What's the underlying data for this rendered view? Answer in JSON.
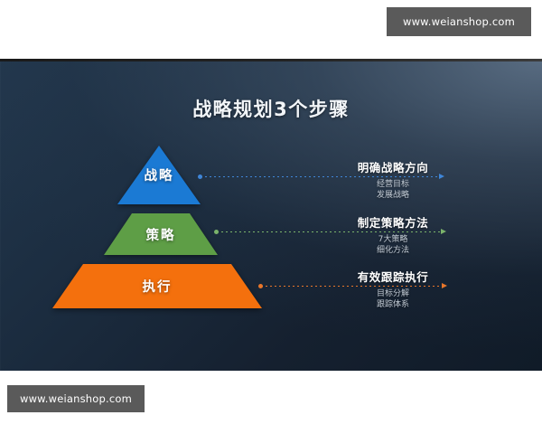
{
  "watermarks": {
    "top": "www.weianshop.com",
    "bottom": "www.weianshop.com"
  },
  "slide": {
    "title": "战略规划3个步骤",
    "background_colors": {
      "dark": "#101b28",
      "mid": "#1b2c3f",
      "light": "#5c7086"
    }
  },
  "pyramid": {
    "layers": [
      {
        "label": "战略",
        "color": "#1b7ad4",
        "level": 1
      },
      {
        "label": "策略",
        "color": "#5e9e46",
        "level": 2
      },
      {
        "label": "执行",
        "color": "#f4700d",
        "level": 3
      }
    ]
  },
  "annotations": [
    {
      "heading": "明确战略方向",
      "sub1": "经营目标",
      "sub2": "发展战略",
      "connector_color": "#3f86d8"
    },
    {
      "heading": "制定策略方法",
      "sub1": "7大策略",
      "sub2": "细化方法",
      "connector_color": "#7bb36b"
    },
    {
      "heading": "有效跟踪执行",
      "sub1": "目标分解",
      "sub2": "跟踪体系",
      "connector_color": "#e8762a"
    }
  ]
}
